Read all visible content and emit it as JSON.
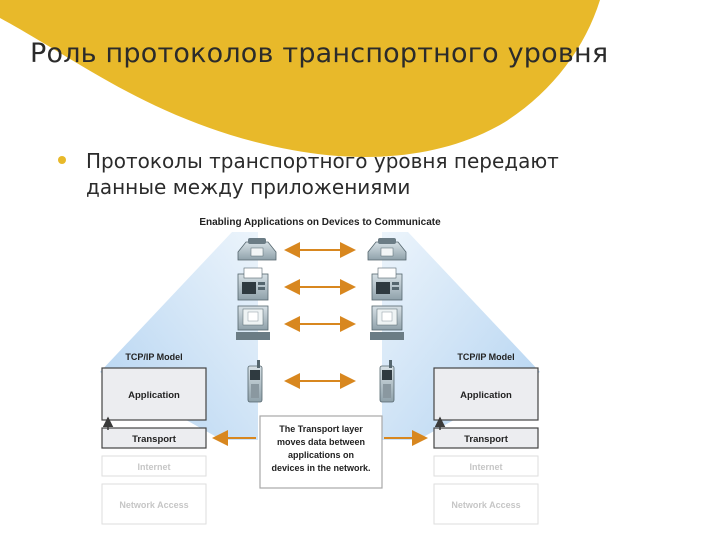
{
  "slide": {
    "title": "Роль протоколов транспортного уровня",
    "bullet_line1": "Протоколы транспортного уровня передают",
    "bullet_line2": "данные между приложениями"
  },
  "diagram": {
    "caption": "Enabling Applications on Devices  to Communicate",
    "left_stack": {
      "title": "TCP/IP Model",
      "layers": [
        "Application",
        "Transport",
        "Internet",
        "Network Access"
      ]
    },
    "right_stack": {
      "title": "TCP/IP Model",
      "layers": [
        "Application",
        "Transport",
        "Internet",
        "Network Access"
      ]
    },
    "note": [
      "The Transport layer",
      "moves data between",
      "applications on",
      "devices in the network."
    ],
    "devices": [
      "ip-phone-icon",
      "fax-machine-icon",
      "desktop-computer-icon",
      "mobile-phone-icon"
    ],
    "colors": {
      "accent_yellow": "#e8b92a",
      "light_blue": "#cfe3f6",
      "arrow_orange": "#d8871f",
      "layer_fill": "#ecedf0"
    }
  }
}
